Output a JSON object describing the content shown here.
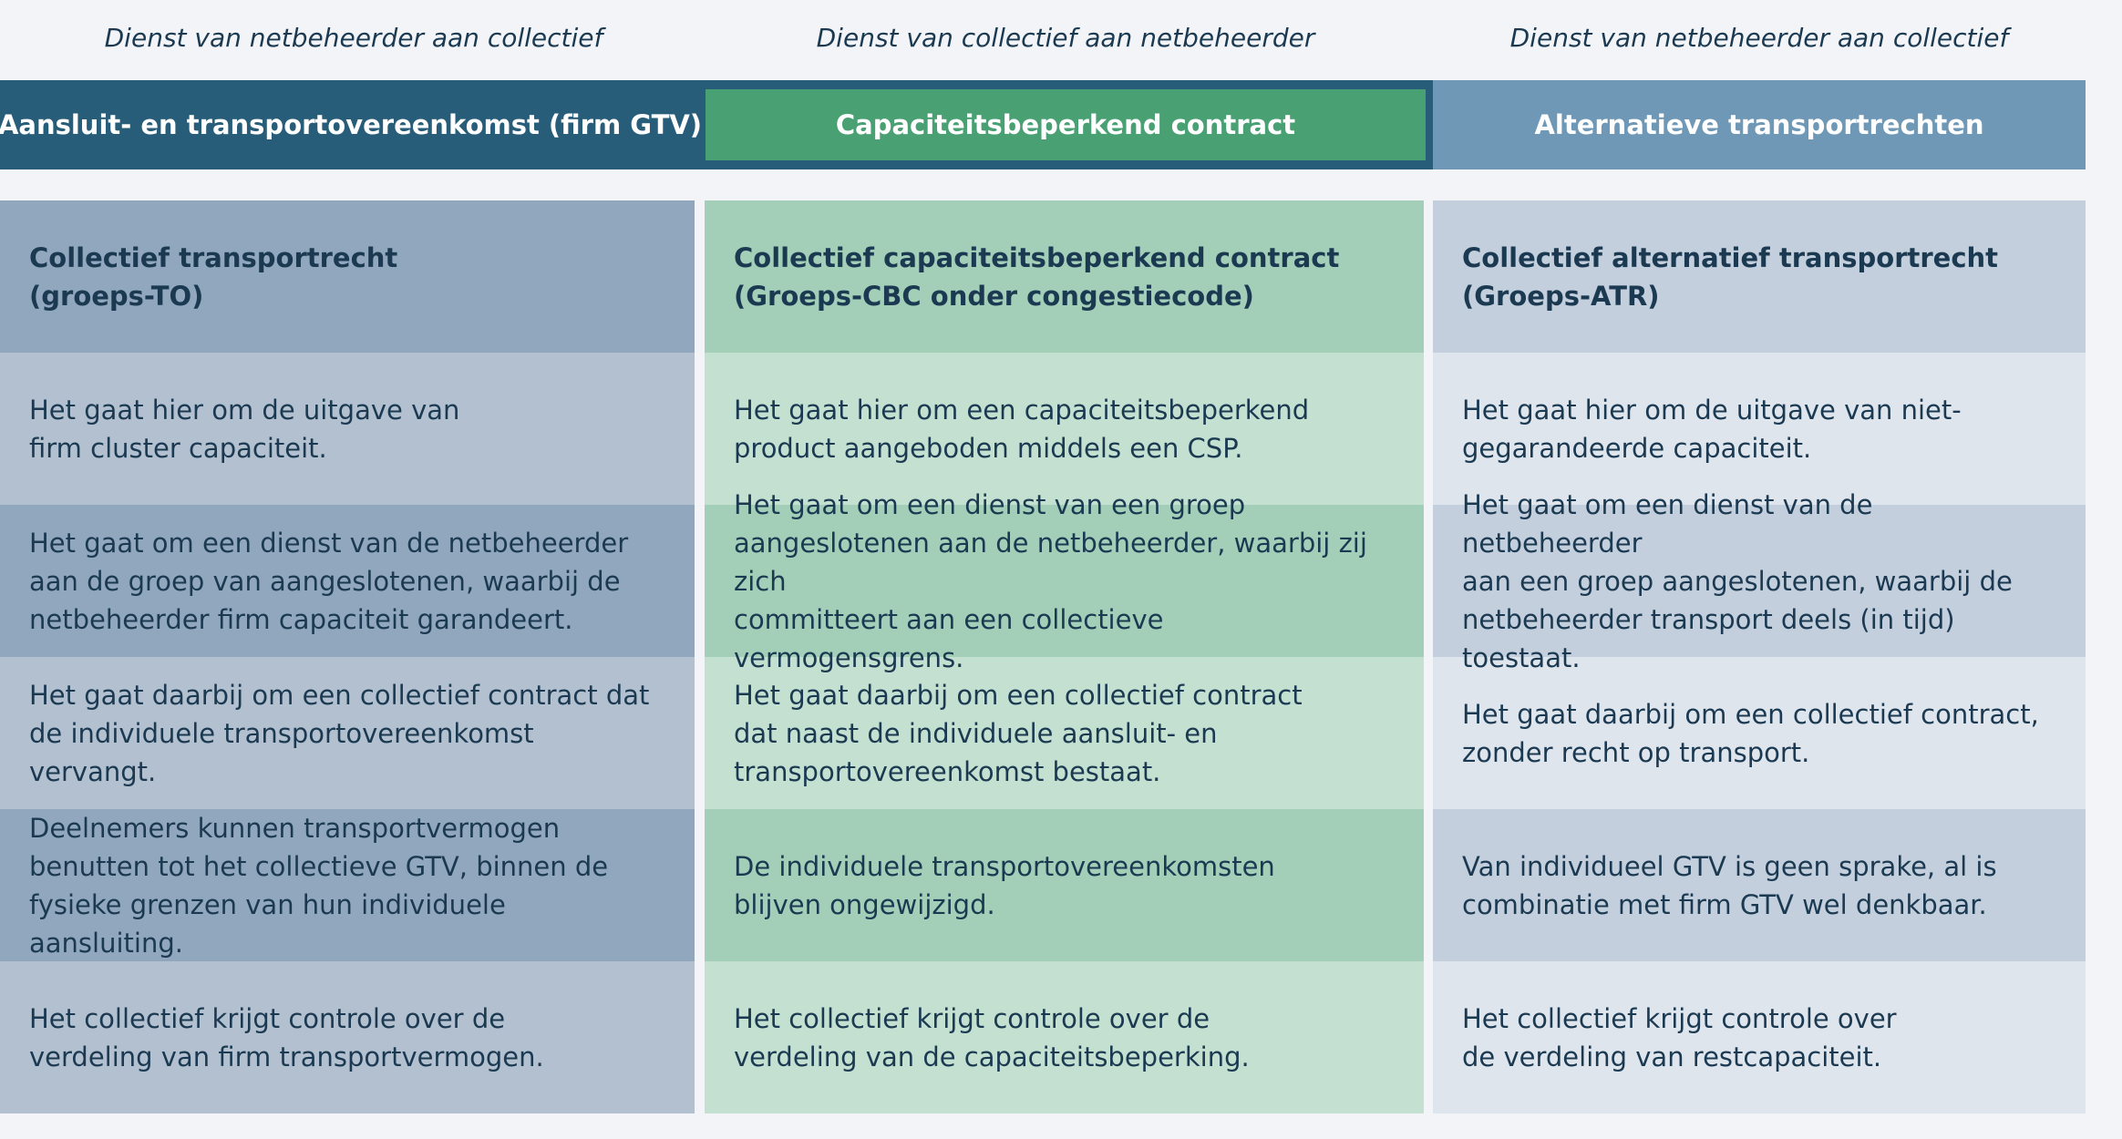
{
  "top_labels": [
    "Dienst van netbeheerder aan collectief",
    "Dienst van collectief aan netbeheerder",
    "Dienst van netbeheerder aan collectief"
  ],
  "headers": [
    "Aansluit- en transportovereenkomst (firm GTV)",
    "Capaciteitsbeperkend contract",
    "Alternatieve transportrechten"
  ],
  "columns": [
    {
      "title": "Collectief transportrecht\n(groeps-TO)",
      "rows": [
        "Het gaat hier om de uitgave van\nfirm cluster capaciteit.",
        "Het gaat om een dienst van de netbeheerder\naan de groep van aangeslotenen, waarbij de\nnetbeheerder firm capaciteit garandeert.",
        "Het gaat daarbij om een collectief contract dat\nde individuele transportovereenkomst vervangt.",
        "Deelnemers kunnen transportvermogen\nbenutten tot het collectieve GTV, binnen de\nfysieke grenzen van hun individuele aansluiting.",
        "Het collectief krijgt controle over de\nverdeling van firm transportvermogen."
      ]
    },
    {
      "title": "Collectief capaciteitsbeperkend contract\n(Groeps-CBC onder congestiecode)",
      "rows": [
        "Het gaat hier om een capaciteitsbeperkend\nproduct aangeboden middels een CSP.",
        "Het gaat om een dienst van een groep\naangeslotenen aan de netbeheerder, waarbij zij zich\ncommitteert aan een collectieve vermogensgrens.",
        "Het gaat daarbij om een collectief contract\ndat naast de individuele aansluit- en\ntransportovereenkomst bestaat.",
        "De individuele transportovereenkomsten\nblijven ongewijzigd.",
        "Het collectief krijgt controle over de\nverdeling van de capaciteitsbeperking."
      ]
    },
    {
      "title": "Collectief alternatief transportrecht\n(Groeps-ATR)",
      "rows": [
        "Het gaat hier om de uitgave van niet-\ngegarandeerde capaciteit.",
        "Het gaat om een dienst van de netbeheerder\naan een groep aangeslotenen, waarbij de\nnetbeheerder transport deels (in tijd) toestaat.",
        "Het gaat daarbij om een collectief contract,\nzonder recht op transport.",
        "Van individueel GTV is geen sprake, al is\ncombinatie met firm GTV wel denkbaar.",
        "Het collectief krijgt controle over\nde verdeling van restcapaciteit."
      ]
    }
  ]
}
